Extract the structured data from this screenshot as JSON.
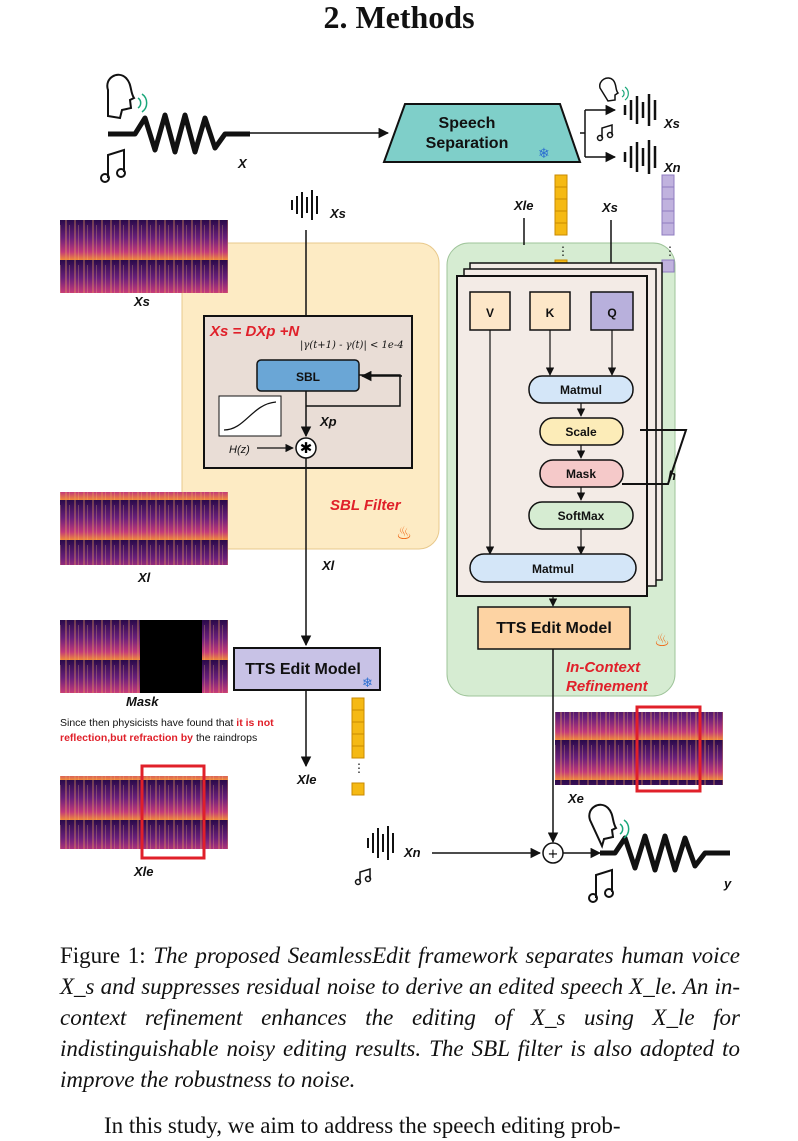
{
  "section_heading": "2.  Methods",
  "figure": {
    "x_input_label": "X",
    "speech_separation": [
      "Speech",
      "Separation"
    ],
    "xs_output": "Xs",
    "xn_output": "Xn",
    "xs_filter_in": "Xs",
    "xle_attn_in": "Xle",
    "xs_attn_in": "Xs",
    "spec_xs_label": "Xs",
    "spec_xl_label": "Xl",
    "spec_mask_label": "Mask",
    "spec_xle_label": "Xle",
    "spec_xe_label": "Xe",
    "sbl_equation": "Xs = DXp +N",
    "sbl_criterion": "|γ(t+1) - γ(t)| < 1e-4",
    "sbl_box": "SBL",
    "xp_label": "Xp",
    "hz_label": "H(z)",
    "sbl_filter_title": "SBL Filter",
    "xl_label": "Xl",
    "tts_edit_left": "TTS Edit Model",
    "xle_out_label": "Xle",
    "mask_sentence_plain1": "Since then physicists have found that ",
    "mask_sentence_red1": "it is not",
    "mask_sentence_red2": "reflection,but refraction by",
    "mask_sentence_plain2": " the raindrops",
    "attn": {
      "v": "V",
      "k": "K",
      "q": "Q",
      "matmul_top": "Matmul",
      "scale": "Scale",
      "mask": "Mask",
      "softmax": "SoftMax",
      "matmul_bottom": "Matmul",
      "h": "h"
    },
    "tts_edit_right": "TTS Edit Model",
    "icr_title_1": "In-Context",
    "icr_title_2": "Refinement",
    "xn_bottom_label": "Xn",
    "y_label": "y",
    "plus_symbol": "+"
  },
  "caption": {
    "prefix": "Figure 1: ",
    "text": "The proposed SeamlessEdit framework separates human voice X_s and suppresses residual noise to derive an edited speech X_le. An in-context refinement enhances the editing of X_s using X_le for indistinguishable noisy editing results. The SBL filter is also adopted to improve the robustness to noise."
  },
  "body_start": "In this study, we aim to address the speech editing prob-",
  "colors": {
    "teal": "#7fcfc9",
    "yellow_panel": "#fdebc4",
    "green_panel": "#d6ecd2",
    "sbl_blue": "#6aa6d6",
    "tts_purple": "#c8c2e6",
    "tts_orange": "#fdd3a3",
    "red": "#e0202a",
    "strip_yellow": "#f5b914",
    "strip_purple": "#c0b2de"
  }
}
